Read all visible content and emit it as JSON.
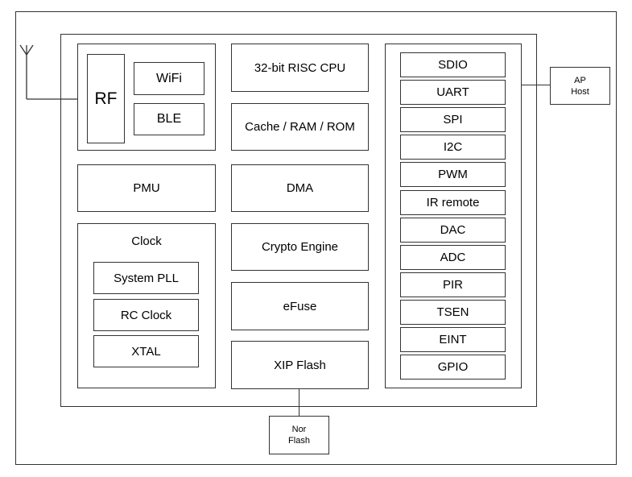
{
  "rf_block": {
    "rf": "RF",
    "wifi": "WiFi",
    "ble": "BLE"
  },
  "core": {
    "cpu": "32-bit RISC CPU",
    "memory": "Cache / RAM / ROM",
    "pmu": "PMU",
    "dma": "DMA",
    "crypto": "Crypto Engine",
    "efuse": "eFuse",
    "xip": "XIP Flash"
  },
  "clock_block": {
    "title": "Clock",
    "items": [
      "System PLL",
      "RC Clock",
      "XTAL"
    ]
  },
  "peripherals": [
    "SDIO",
    "UART",
    "SPI",
    "I2C",
    "PWM",
    "IR remote",
    "DAC",
    "ADC",
    "PIR",
    "TSEN",
    "EINT",
    "GPIO"
  ],
  "external": {
    "ap_host": [
      "AP",
      "Host"
    ],
    "nor_flash": [
      "Nor",
      "Flash"
    ]
  },
  "icons": {
    "antenna": "antenna-icon"
  }
}
